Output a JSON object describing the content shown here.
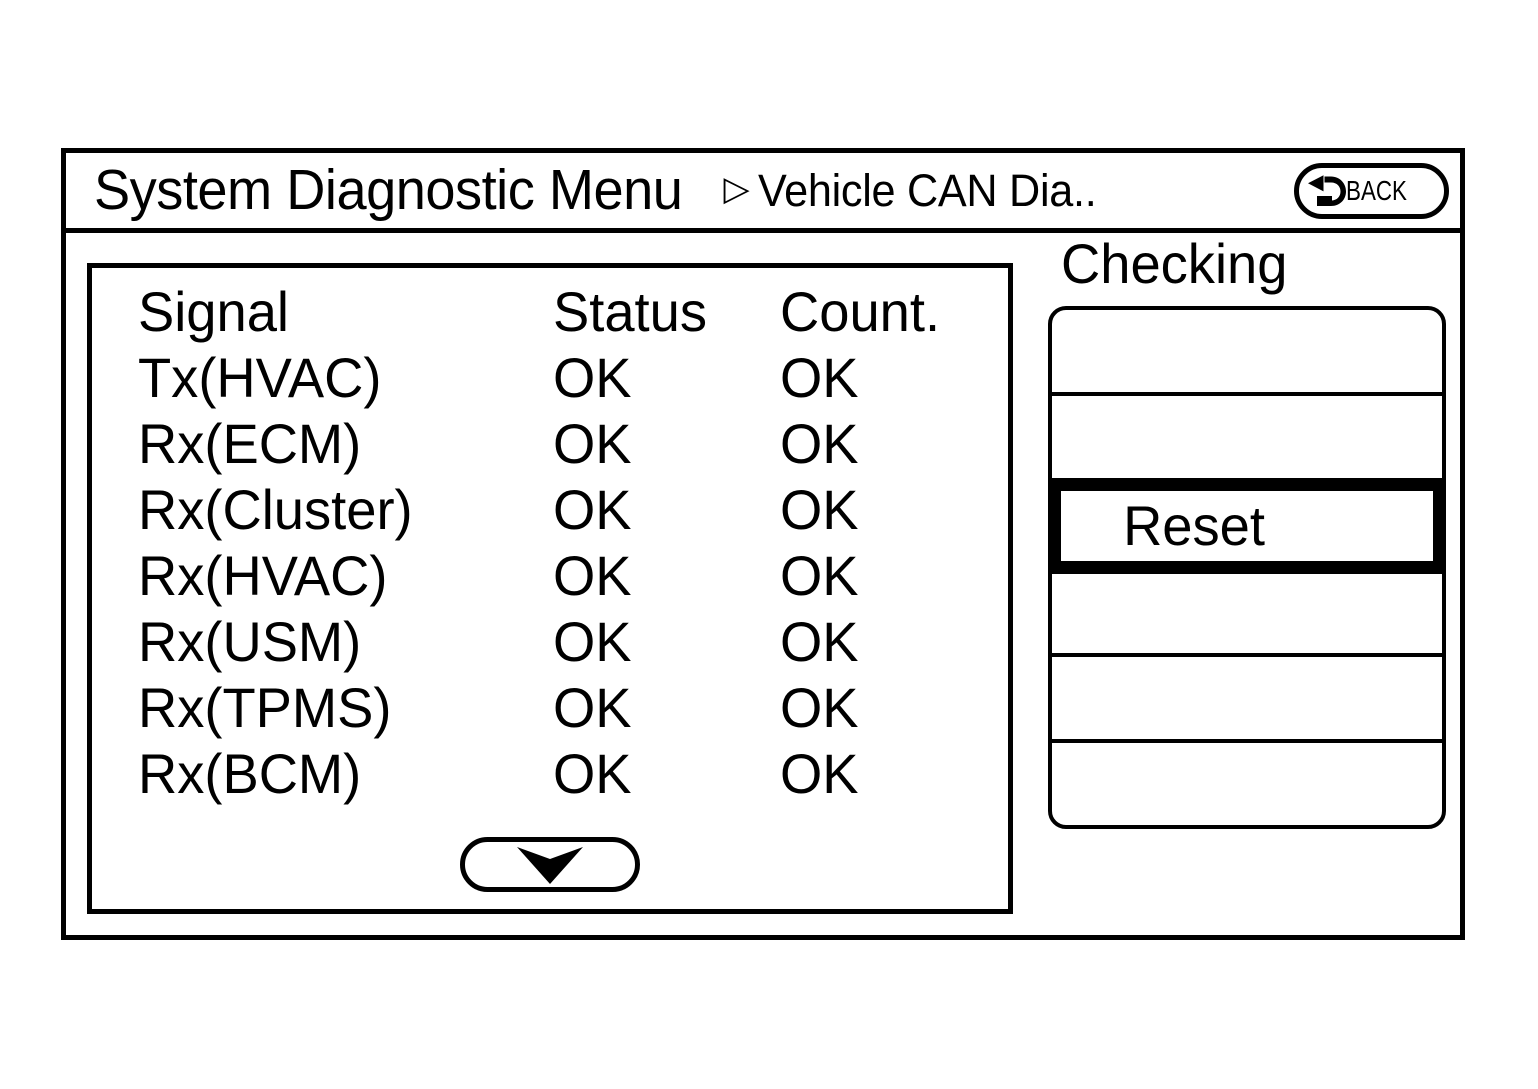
{
  "header": {
    "title": "System Diagnostic Menu",
    "breadcrumb_separator": "▷",
    "breadcrumb_current": "Vehicle CAN Dia..",
    "back_button": {
      "label": "BACK",
      "icon": "back-arrow-icon"
    }
  },
  "signal_table": {
    "columns": [
      "Signal",
      "Status",
      "Count."
    ],
    "rows": [
      {
        "signal": "Tx(HVAC)",
        "status": "OK",
        "count": "OK"
      },
      {
        "signal": "Rx(ECM)",
        "status": "OK",
        "count": "OK"
      },
      {
        "signal": "Rx(Cluster)",
        "status": "OK",
        "count": "OK"
      },
      {
        "signal": "Rx(HVAC)",
        "status": "OK",
        "count": "OK"
      },
      {
        "signal": "Rx(USM)",
        "status": "OK",
        "count": "OK"
      },
      {
        "signal": "Rx(TPMS)",
        "status": "OK",
        "count": "OK"
      },
      {
        "signal": "Rx(BCM)",
        "status": "OK",
        "count": "OK"
      }
    ],
    "scroll_down": {
      "icon": "chevron-down-icon"
    }
  },
  "right_panel": {
    "status_label": "Checking",
    "buttons": [
      {
        "label": "",
        "selected": false
      },
      {
        "label": "",
        "selected": false
      },
      {
        "label": "Reset",
        "selected": true
      },
      {
        "label": "",
        "selected": false
      },
      {
        "label": "",
        "selected": false
      },
      {
        "label": "",
        "selected": false
      }
    ]
  },
  "colors": {
    "foreground": "#000000",
    "background": "#ffffff"
  }
}
